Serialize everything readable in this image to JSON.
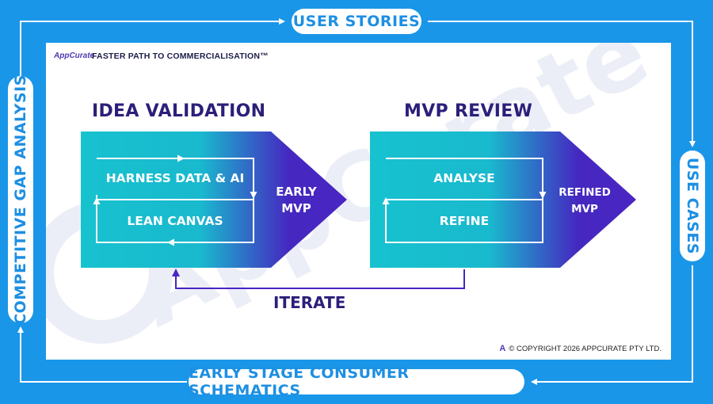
{
  "border": {
    "top": "USER STORIES",
    "right": "USE CASES",
    "bottom": "EARLY STAGE CONSUMER SCHEMATICS",
    "left": "COMPETITIVE GAP ANALYSIS"
  },
  "card": {
    "logo_text": "AppCurate",
    "tagline": "FASTER PATH TO COMMERCIALISATION™",
    "watermark": "AppCurate",
    "copyright": "© COPYRIGHT 2026 APPCURATE PTY LTD.",
    "copyright_icon": "appcurate-logo-icon"
  },
  "stages": [
    {
      "title": "IDEA VALIDATION",
      "inner_top": "HARNESS DATA & AI",
      "inner_bottom": "LEAN CANVAS",
      "output_line1": "EARLY",
      "output_line2": "MVP"
    },
    {
      "title": "MVP REVIEW",
      "inner_top": "ANALYSE",
      "inner_bottom": "REFINE",
      "output_line1": "REFINED",
      "output_line2": "MVP"
    }
  ],
  "iterate_label": "ITERATE",
  "colors": {
    "frame": "#1a96e8",
    "teal": "#17c2cf",
    "purple": "#4a25c2",
    "title": "#2b1f7a"
  }
}
